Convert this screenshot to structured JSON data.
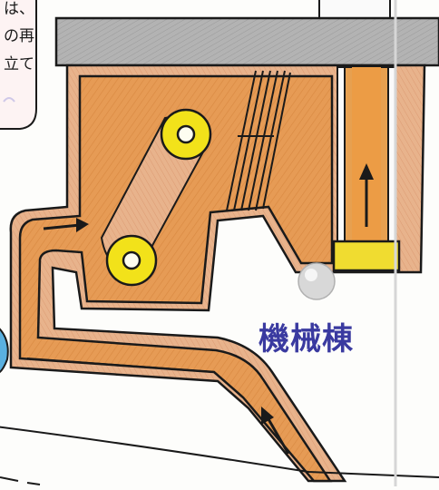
{
  "speech_bubble": {
    "lines": [
      "は、",
      "の再",
      "立て"
    ]
  },
  "diagram": {
    "label": "機械棟",
    "label_color": "#3a3aa0",
    "colors": {
      "duct_fill": "#e49a55",
      "duct_wall": "#e7b58e",
      "roof": "#a9a9a9",
      "wheel": "#f2e21a",
      "damper": "#f0dc30",
      "pipe_right": "#e7a050",
      "outline": "#1a1a1a",
      "knob": "#d8d8d8"
    },
    "arrow_icons": [
      "arrow-right-icon",
      "arrow-up-icon",
      "arrow-up-left-icon"
    ]
  }
}
